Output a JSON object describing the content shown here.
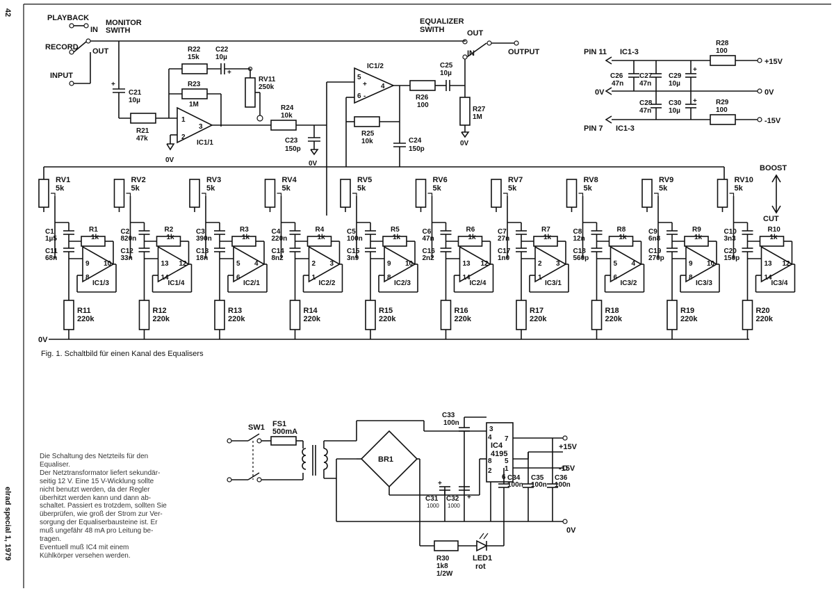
{
  "page": {
    "number": "42",
    "footer": "elrad special 1, 1979"
  },
  "figure": {
    "caption": "Fig. 1.   Schaltbild für einen Kanal des Equalisers"
  },
  "switches": {
    "playback": "PLAYBACK",
    "record": "RECORD",
    "input": "INPUT",
    "in": "IN",
    "out": "OUT",
    "monitor_1": "MONITOR",
    "monitor_2": "SWITH",
    "equalizer_1": "EQUALIZER",
    "equalizer_2": "SWITH",
    "eq_out": "OUT",
    "eq_in": "IN",
    "output": "OUTPUT"
  },
  "labels": {
    "zero_v": "0V",
    "boost": "BOOST",
    "cut": "CUT",
    "pin11": "PIN 11",
    "pin7": "PIN 7",
    "ic13_top": "IC1-3",
    "ic13_bot": "IC1-3",
    "plus15": "+15V",
    "minus15": "-15V",
    "psu_plus15": "+15V",
    "psu_minus15": "-15V",
    "psu_zero": "0V"
  },
  "input_section": [
    {
      "ref": "C21",
      "value": "10µ"
    },
    {
      "ref": "R21",
      "value": "47k"
    },
    {
      "ref": "R22",
      "value": "15k"
    },
    {
      "ref": "C22",
      "value": "10µ"
    },
    {
      "ref": "R23",
      "value": "1M"
    },
    {
      "ref": "RV11",
      "value": "250k"
    },
    {
      "ref": "R24",
      "value": "10k"
    },
    {
      "ref": "C23",
      "value": "150p"
    },
    {
      "ref": "IC1/1",
      "value": ""
    },
    {
      "ref": "IC1/2",
      "value": ""
    },
    {
      "ref": "R25",
      "value": "10k"
    },
    {
      "ref": "C24",
      "value": "150p"
    },
    {
      "ref": "R26",
      "value": "100"
    },
    {
      "ref": "C25",
      "value": "10µ"
    },
    {
      "ref": "R27",
      "value": "1M"
    }
  ],
  "supply_decoupling": [
    {
      "ref": "C26",
      "value": "47n"
    },
    {
      "ref": "C27",
      "value": "47n"
    },
    {
      "ref": "C29",
      "value": "10µ"
    },
    {
      "ref": "C28",
      "value": "47n"
    },
    {
      "ref": "C30",
      "value": "10µ"
    },
    {
      "ref": "R28",
      "value": "100"
    },
    {
      "ref": "R29",
      "value": "100"
    }
  ],
  "bands": [
    {
      "rv": "RV1",
      "rv_val": "5k",
      "c1": "C1",
      "c1_val": "1µ5",
      "c2": "C11",
      "c2_val": "68n",
      "r": "R1",
      "r_val": "1k",
      "ic": "IC1/3",
      "pin_a": "9",
      "pin_b": "8",
      "pin_out": "10",
      "rg": "R11",
      "rg_val": "220k"
    },
    {
      "rv": "RV2",
      "rv_val": "5k",
      "c1": "C2",
      "c1_val": "820n",
      "c2": "C12",
      "c2_val": "33n",
      "r": "R2",
      "r_val": "1k",
      "ic": "IC1/4",
      "pin_a": "13",
      "pin_b": "14",
      "pin_out": "12",
      "rg": "R12",
      "rg_val": "220k"
    },
    {
      "rv": "RV3",
      "rv_val": "5k",
      "c1": "C3",
      "c1_val": "390n",
      "c2": "C13",
      "c2_val": "18n",
      "r": "R3",
      "r_val": "1k",
      "ic": "IC2/1",
      "pin_a": "5",
      "pin_b": "6",
      "pin_out": "4",
      "rg": "R13",
      "rg_val": "220k"
    },
    {
      "rv": "RV4",
      "rv_val": "5k",
      "c1": "C4",
      "c1_val": "220n",
      "c2": "C14",
      "c2_val": "8n2",
      "r": "R4",
      "r_val": "1k",
      "ic": "IC2/2",
      "pin_a": "2",
      "pin_b": "1",
      "pin_out": "3",
      "rg": "R14",
      "rg_val": "220k"
    },
    {
      "rv": "RV5",
      "rv_val": "5k",
      "c1": "C5",
      "c1_val": "100n",
      "c2": "C15",
      "c2_val": "3n9",
      "r": "R5",
      "r_val": "1k",
      "ic": "IC2/3",
      "pin_a": "9",
      "pin_b": "8",
      "pin_out": "10",
      "rg": "R15",
      "rg_val": "220k"
    },
    {
      "rv": "RV6",
      "rv_val": "5k",
      "c1": "C6",
      "c1_val": "47n",
      "c2": "C16",
      "c2_val": "2n2",
      "r": "R6",
      "r_val": "1k",
      "ic": "IC2/4",
      "pin_a": "13",
      "pin_b": "14",
      "pin_out": "12",
      "rg": "R16",
      "rg_val": "220k"
    },
    {
      "rv": "RV7",
      "rv_val": "5k",
      "c1": "C7",
      "c1_val": "27n",
      "c2": "C17",
      "c2_val": "1n0",
      "r": "R7",
      "r_val": "1k",
      "ic": "IC3/1",
      "pin_a": "2",
      "pin_b": "1",
      "pin_out": "3",
      "rg": "R17",
      "rg_val": "220k"
    },
    {
      "rv": "RV8",
      "rv_val": "5k",
      "c1": "C8",
      "c1_val": "12n",
      "c2": "C18",
      "c2_val": "560p",
      "r": "R8",
      "r_val": "1k",
      "ic": "IC3/2",
      "pin_a": "5",
      "pin_b": "6",
      "pin_out": "4",
      "rg": "R18",
      "rg_val": "220k"
    },
    {
      "rv": "RV9",
      "rv_val": "5k",
      "c1": "C9",
      "c1_val": "6n8",
      "c2": "C19",
      "c2_val": "270p",
      "r": "R9",
      "r_val": "1k",
      "ic": "IC3/3",
      "pin_a": "9",
      "pin_b": "8",
      "pin_out": "10",
      "rg": "R19",
      "rg_val": "220k"
    },
    {
      "rv": "RV10",
      "rv_val": "5k",
      "c1": "C10",
      "c1_val": "3n3",
      "c2": "C20",
      "c2_val": "150p",
      "r": "R10",
      "r_val": "1k",
      "ic": "IC3/4",
      "pin_a": "13",
      "pin_b": "14",
      "pin_out": "12",
      "rg": "R20",
      "rg_val": "220k"
    }
  ],
  "power_supply": {
    "sw1": "SW1",
    "fs1": "FS1",
    "fs1_val": "500mA",
    "br1": "BR1",
    "c33": "C33",
    "c33_val": "100n",
    "ic4": "IC4",
    "ic4_val": "4195",
    "pin3": "3",
    "pin4": "4",
    "pin7": "7",
    "pin8": "8",
    "pin5": "5",
    "pin1": "1",
    "pin2": "2",
    "pin6": "6",
    "c31": "C31",
    "c31_val": "1000",
    "c32": "C32",
    "c32_val": "1000",
    "c34": "C34",
    "c34_val": "100n",
    "c35": "C35",
    "c35_val": "100n",
    "c36": "C36",
    "c36_val": "100n",
    "r30": "R30",
    "r30_val": "1k8",
    "r30_watt": "1/2W",
    "led": "LED1",
    "led_color": "rot"
  },
  "psu_note": [
    "Die Schaltung des Netzteils für den",
    "Equaliser.",
    "Der Netztransformator liefert sekundär-",
    "seitig 12 V. Eine 15 V-Wicklung sollte",
    "nicht benutzt werden, da der Regler",
    "überhitzt werden kann und dann ab-",
    "schaltet. Passiert es trotzdem, sollten Sie",
    "überprüfen, wie groß der Strom zur Ver-",
    "sorgung der Equaliserbausteine ist. Er",
    "muß ungefähr 48 mA pro Leitung be-",
    "tragen.",
    "Eventuell muß IC4 mit einem",
    "Kühlkörper versehen werden."
  ]
}
